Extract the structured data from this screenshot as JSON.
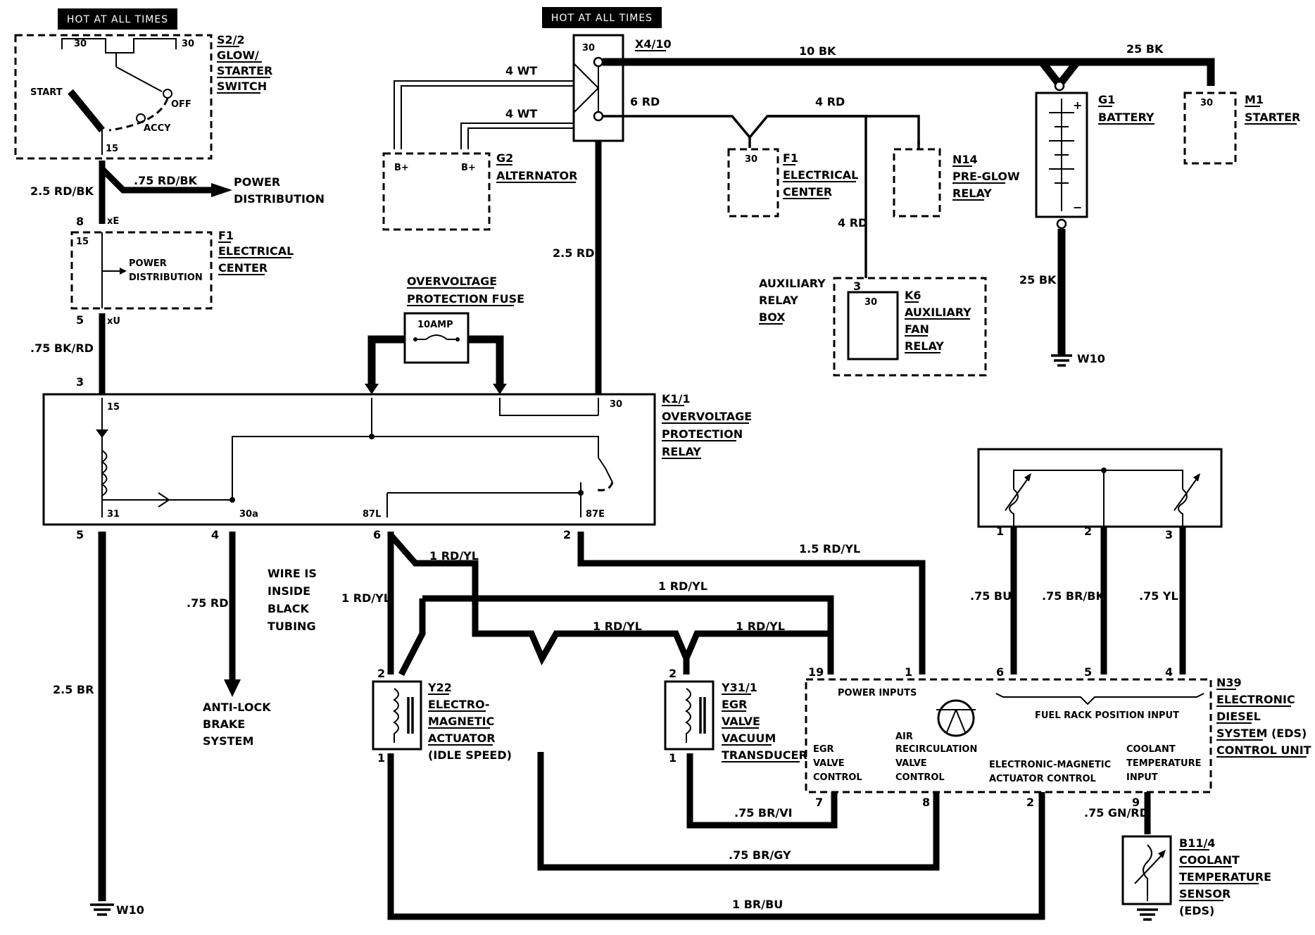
{
  "hot_labels": [
    "HOT AT ALL TIMES",
    "HOT AT ALL TIMES"
  ],
  "components": {
    "s22": {
      "id": "S2/2",
      "lines": [
        "GLOW/",
        "STARTER",
        "SWITCH"
      ],
      "start": "START",
      "off": "OFF",
      "accy": "ACCY",
      "pin_30a": "30",
      "pin_30b": "30",
      "pin_15": "15"
    },
    "x410": {
      "id": "X4/10",
      "pin_30": "30"
    },
    "g2": {
      "id": "G2",
      "lines": [
        "ALTERNATOR"
      ],
      "bplus1": "B+",
      "bplus2": "B+"
    },
    "g1": {
      "id": "G1",
      "lines": [
        "BATTERY"
      ],
      "plus": "+",
      "minus": "−"
    },
    "m1": {
      "id": "M1",
      "lines": [
        "STARTER"
      ],
      "pin": "30"
    },
    "f1_top": {
      "id": "F1",
      "lines": [
        "ELECTRICAL",
        "CENTER"
      ],
      "pin": "30"
    },
    "n14": {
      "id": "N14",
      "lines": [
        "PRE-GLOW",
        "RELAY"
      ]
    },
    "k6": {
      "id": "K6",
      "lines": [
        "AUXILIARY",
        "FAN",
        "RELAY"
      ],
      "pin": "30",
      "box_pin": "3"
    },
    "aux_box": {
      "lines": [
        "AUXILIARY",
        "RELAY",
        "BOX"
      ]
    },
    "f1_left": {
      "id": "F1",
      "lines": [
        "ELECTRICAL",
        "CENTER"
      ],
      "inner": [
        "POWER",
        "DISTRIBUTION"
      ],
      "pin_15": "15"
    },
    "fuse": {
      "title": [
        "OVERVOLTAGE",
        "PROTECTION FUSE"
      ],
      "rating": "10AMP"
    },
    "k11": {
      "id": "K1/1",
      "lines": [
        "OVERVOLTAGE",
        "PROTECTION",
        "RELAY"
      ],
      "pins": {
        "p15": "15",
        "p30": "30",
        "p31": "31",
        "p30a": "30a",
        "p87l": "87L",
        "p87e": "87E"
      }
    },
    "y22": {
      "id": "Y22",
      "lines": [
        "ELECTRO-",
        "MAGNETIC",
        "ACTUATOR",
        "(IDLE SPEED)"
      ]
    },
    "y311": {
      "id": "Y31/1",
      "lines": [
        "EGR",
        "VALVE",
        "VACUUM",
        "TRANSDUCER"
      ]
    },
    "n39": {
      "id": "N39",
      "lines": [
        "ELECTRONIC",
        "DIESEL",
        "SYSTEM (EDS)",
        "CONTROL UNIT"
      ],
      "power_inputs": "POWER INPUTS",
      "fuel_rack": "FUEL RACK POSITION INPUT",
      "egr": [
        "EGR",
        "VALVE",
        "CONTROL"
      ],
      "air": [
        "AIR",
        "RECIRCULATION",
        "VALVE",
        "CONTROL"
      ],
      "ema": [
        "ELECTRONIC-MAGNETIC",
        "ACTUATOR CONTROL"
      ],
      "coolant": [
        "COOLANT",
        "TEMPERATURE",
        "INPUT"
      ]
    },
    "b114": {
      "id": "B11/4",
      "lines": [
        "COOLANT",
        "TEMPERATURE",
        "SENSOR",
        "(EDS)"
      ]
    }
  },
  "wires": {
    "w_10bk": "10 BK",
    "w_25bk_top": "25 BK",
    "w_4wt_a": "4 WT",
    "w_4wt_b": "4 WT",
    "w_6rd": "6 RD",
    "w_4rd_a": "4 RD",
    "w_4rd_b": "4 RD",
    "w_25rd_bk": "2.5 RD/BK",
    "w_75rd_bk": ".75 RD/BK",
    "w_25rd": "2.5 RD",
    "w_25bk_bat": "25 BK",
    "w_75bk_rd": ".75 BK/RD",
    "w_25br": "2.5 BR",
    "w_75rd": ".75 RD",
    "w_1rdyl_a": "1 RD/YL",
    "w_1rdyl_b": "1 RD/YL",
    "w_1rdyl_c": "1 RD/YL",
    "w_1rdyl_d": "1 RD/YL",
    "w_1rdyl_e": "1 RD/YL",
    "w_15rdyl": "1.5 RD/YL",
    "w_75bu": ".75 BU",
    "w_75brbk": ".75 BR/BK",
    "w_75yl": ".75 YL",
    "w_75brvi": ".75 BR/VI",
    "w_75brgy": ".75 BR/GY",
    "w_1brbu": "1 BR/BU",
    "w_75gnrd": ".75 GN/RD"
  },
  "connector_pins": {
    "c8": "8",
    "cxe": "xE",
    "c5": "5",
    "cxu": "xU",
    "c3": "3",
    "k5": "5",
    "k4": "4",
    "k6": "6",
    "k2": "2",
    "y22_2": "2",
    "y22_1": "1",
    "y31_2": "2",
    "y31_1": "1",
    "n19": "19",
    "n1": "1",
    "n6": "6",
    "n5": "5",
    "n4": "4",
    "n7": "7",
    "n8": "8",
    "n2": "2",
    "n9": "9",
    "s1": "1",
    "s2": "2",
    "s3": "3"
  },
  "grounds": {
    "g_bat": "W10",
    "g_bottom": "W10"
  },
  "notes": {
    "abs": [
      "ANTI-LOCK",
      "BRAKE",
      "SYSTEM"
    ],
    "tubing": [
      "WIRE IS",
      "INSIDE",
      "BLACK",
      "TUBING"
    ],
    "power_dist": [
      "POWER",
      "DISTRIBUTION"
    ]
  }
}
